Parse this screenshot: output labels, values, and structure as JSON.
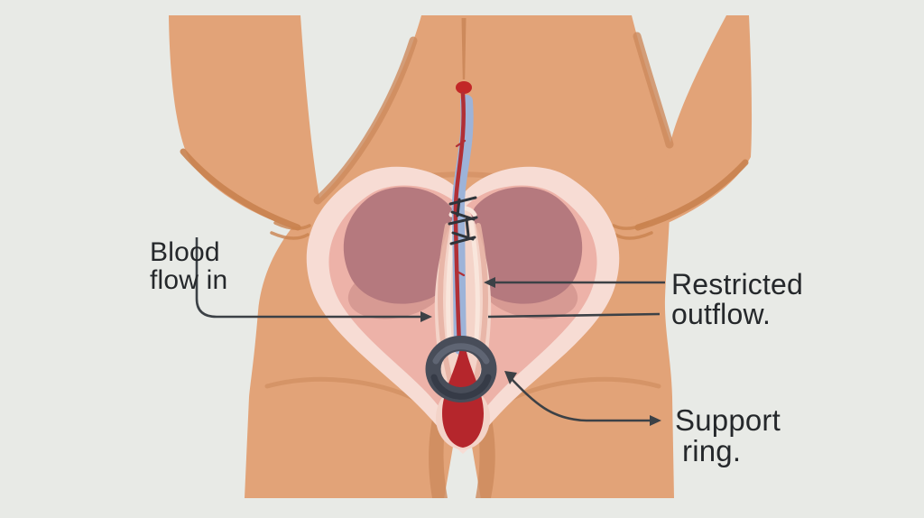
{
  "labels": {
    "blood_flow": {
      "line1": "Blood",
      "line2": "flow in"
    },
    "restricted_outflow": {
      "line1": "Restricted",
      "line2": "outflow."
    },
    "support_ring": {
      "line1": "Support",
      "line2": "ring."
    }
  },
  "colors": {
    "background": "#e8eae6",
    "skin": "#e2a378",
    "skin_shadow": "#cd8a5c",
    "skin_shadow_deep": "#c9824f",
    "navel_red": "#c22727",
    "pelvic_outer": "#f7dcd4",
    "pelvic_mid": "#edb2a8",
    "lobe_mauve": "#b5797e",
    "lobe_rose": "#d79a93",
    "mound_pink": "#f4d4c9",
    "crease_pink": "#e7b2a4",
    "crease_light": "#f9e6dc",
    "vein_blue": "#9db3d8",
    "artery_red": "#b12f35",
    "blood_red": "#b5262c",
    "bulge_rim": "#f3d3c8",
    "ring_gray": "#484d59",
    "ring_highlight": "#5f6573",
    "ring_shadow": "#363b47",
    "hatch_dark": "#2f343a",
    "annotation": "#3c4146",
    "text": "#25282b"
  }
}
